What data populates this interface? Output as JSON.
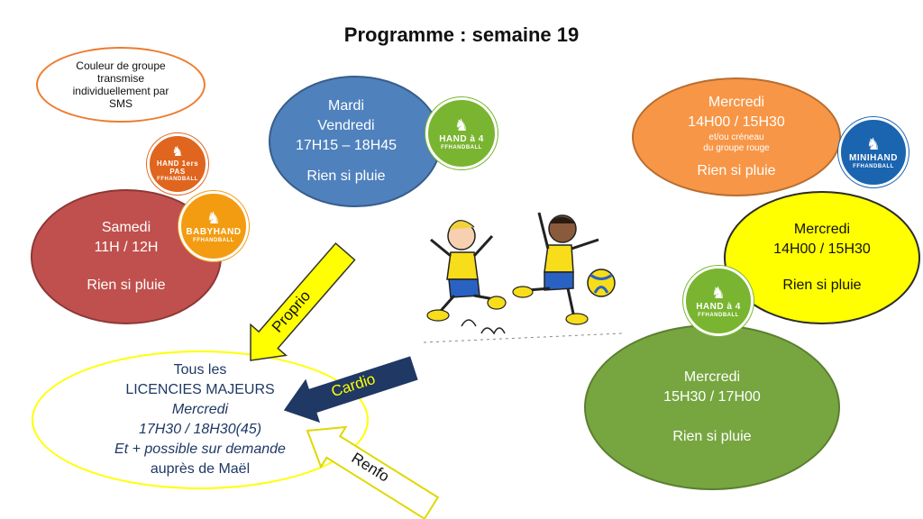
{
  "title": "Programme : semaine 19",
  "note": {
    "line1": "Couleur de groupe",
    "line2": "transmise",
    "line3": "individuellement par",
    "line4": "SMS"
  },
  "red": {
    "day": "Samedi",
    "time": "11H / 12H",
    "rain": "Rien si pluie"
  },
  "blue": {
    "day1": "Mardi",
    "day2": "Vendredi",
    "time": "17H15 – 18H45",
    "rain": "Rien si pluie"
  },
  "orange": {
    "day": "Mercredi",
    "time": "14H00 / 15H30",
    "extra1": "et/ou créneau",
    "extra2": "du groupe rouge",
    "rain": "Rien si pluie"
  },
  "yellow": {
    "day": "Mercredi",
    "time": "14H00 / 15H30",
    "rain": "Rien si pluie"
  },
  "green": {
    "day": "Mercredi",
    "time": "15H30 / 17H00",
    "rain": "Rien si pluie"
  },
  "majors": {
    "line1": "Tous les",
    "line2": "LICENCIES MAJEURS",
    "day": "Mercredi",
    "time": "17H30 / 18H30(45)",
    "extra1": "Et + possible sur demande",
    "extra2": "auprès de Maël"
  },
  "arrows": {
    "proprio": "Proprio",
    "cardio": "Cardio",
    "renfo": "Renfo"
  },
  "badges": {
    "hand4": {
      "title": "HAND à 4",
      "sub": "FFHANDBALL"
    },
    "minihand": {
      "title": "MINIHAND",
      "sub": "FFHANDBALL"
    },
    "hand1": {
      "title": "HAND 1ers PAS",
      "sub": "FFHANDBALL"
    },
    "babyhand": {
      "title": "BABYHAND",
      "sub": "FFHANDBALL"
    }
  },
  "colors": {
    "red": "#c0504d",
    "blue": "#4f81bd",
    "orange": "#f79646",
    "yellow": "#ffff00",
    "green": "#77a641",
    "navy": "#1f3864"
  }
}
